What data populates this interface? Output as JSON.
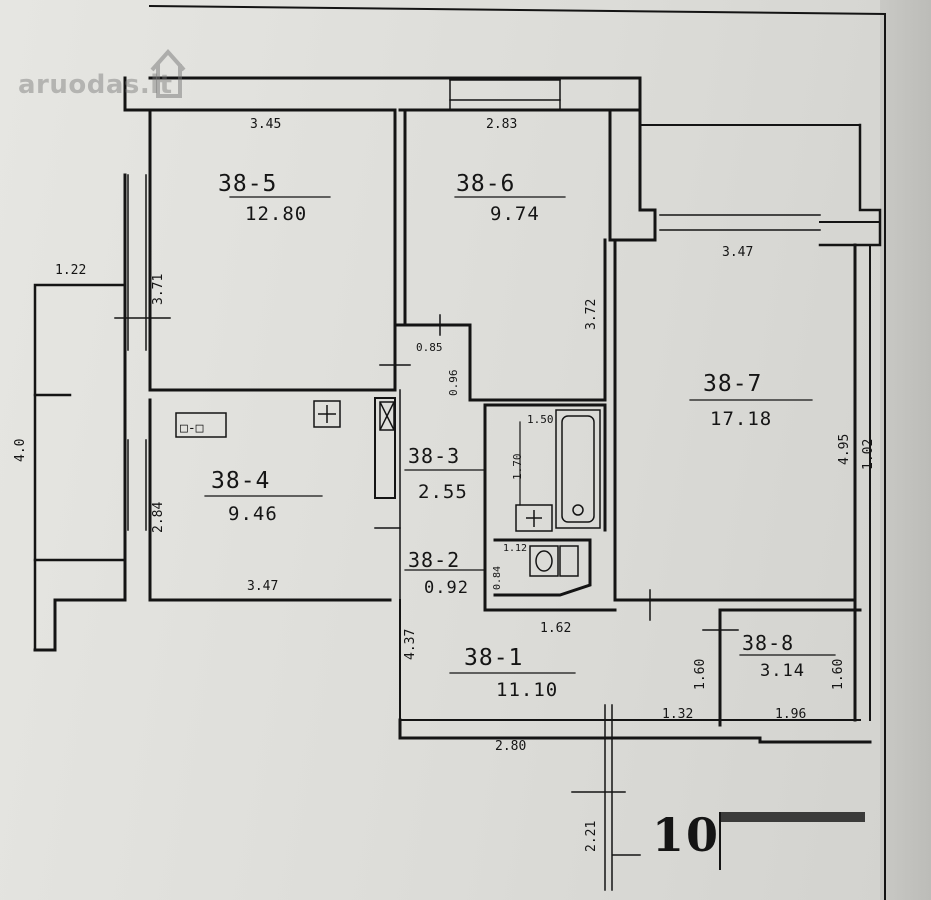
{
  "watermark": {
    "text": "aruodas.lt"
  },
  "floor": {
    "number": "10"
  },
  "rooms": {
    "r5": {
      "id": "38-5",
      "area": "12.80"
    },
    "r6": {
      "id": "38-6",
      "area": "9.74"
    },
    "r7": {
      "id": "38-7",
      "area": "17.18"
    },
    "r4": {
      "id": "38-4",
      "area": "9.46"
    },
    "r3": {
      "id": "38-3",
      "area": "2.55"
    },
    "r2": {
      "id": "38-2",
      "area": "0.92"
    },
    "r1": {
      "id": "38-1",
      "area": "11.10"
    },
    "r8": {
      "id": "38-8",
      "area": "3.14"
    }
  },
  "dimensions": {
    "r5_width": "3.45",
    "r6_width": "2.83",
    "r7_width": "3.47",
    "r5_depth": "3.71",
    "r6_depth": "3.72",
    "r7_depth": "4.95",
    "balcony_width": "1.22",
    "balcony_length": "4.0",
    "kitchen_depth": "2.84",
    "kitchen_width": "3.47",
    "closet_width": "0.85",
    "closet_depth": "0.96",
    "bath_width": "1.50",
    "bath_depth": "1.70",
    "wc_width": "1.12",
    "wc_depth": "0.84",
    "hall_depth": "4.37",
    "wc_door": "1.62",
    "hall_width": "2.80",
    "hall_step": "1.32",
    "r8_width": "1.96",
    "r8_depth_left": "1.60",
    "r8_depth_right": "1.60",
    "r7_right_wall": "1.02",
    "corridor_depth": "2.21"
  },
  "fixtures": {
    "stove": "stove-icon",
    "sink": "sink-icon",
    "bathtub": "bathtub-icon",
    "washbasin": "washbasin-icon",
    "toilet": "toilet-icon",
    "vent": "vent-shaft-icon"
  }
}
